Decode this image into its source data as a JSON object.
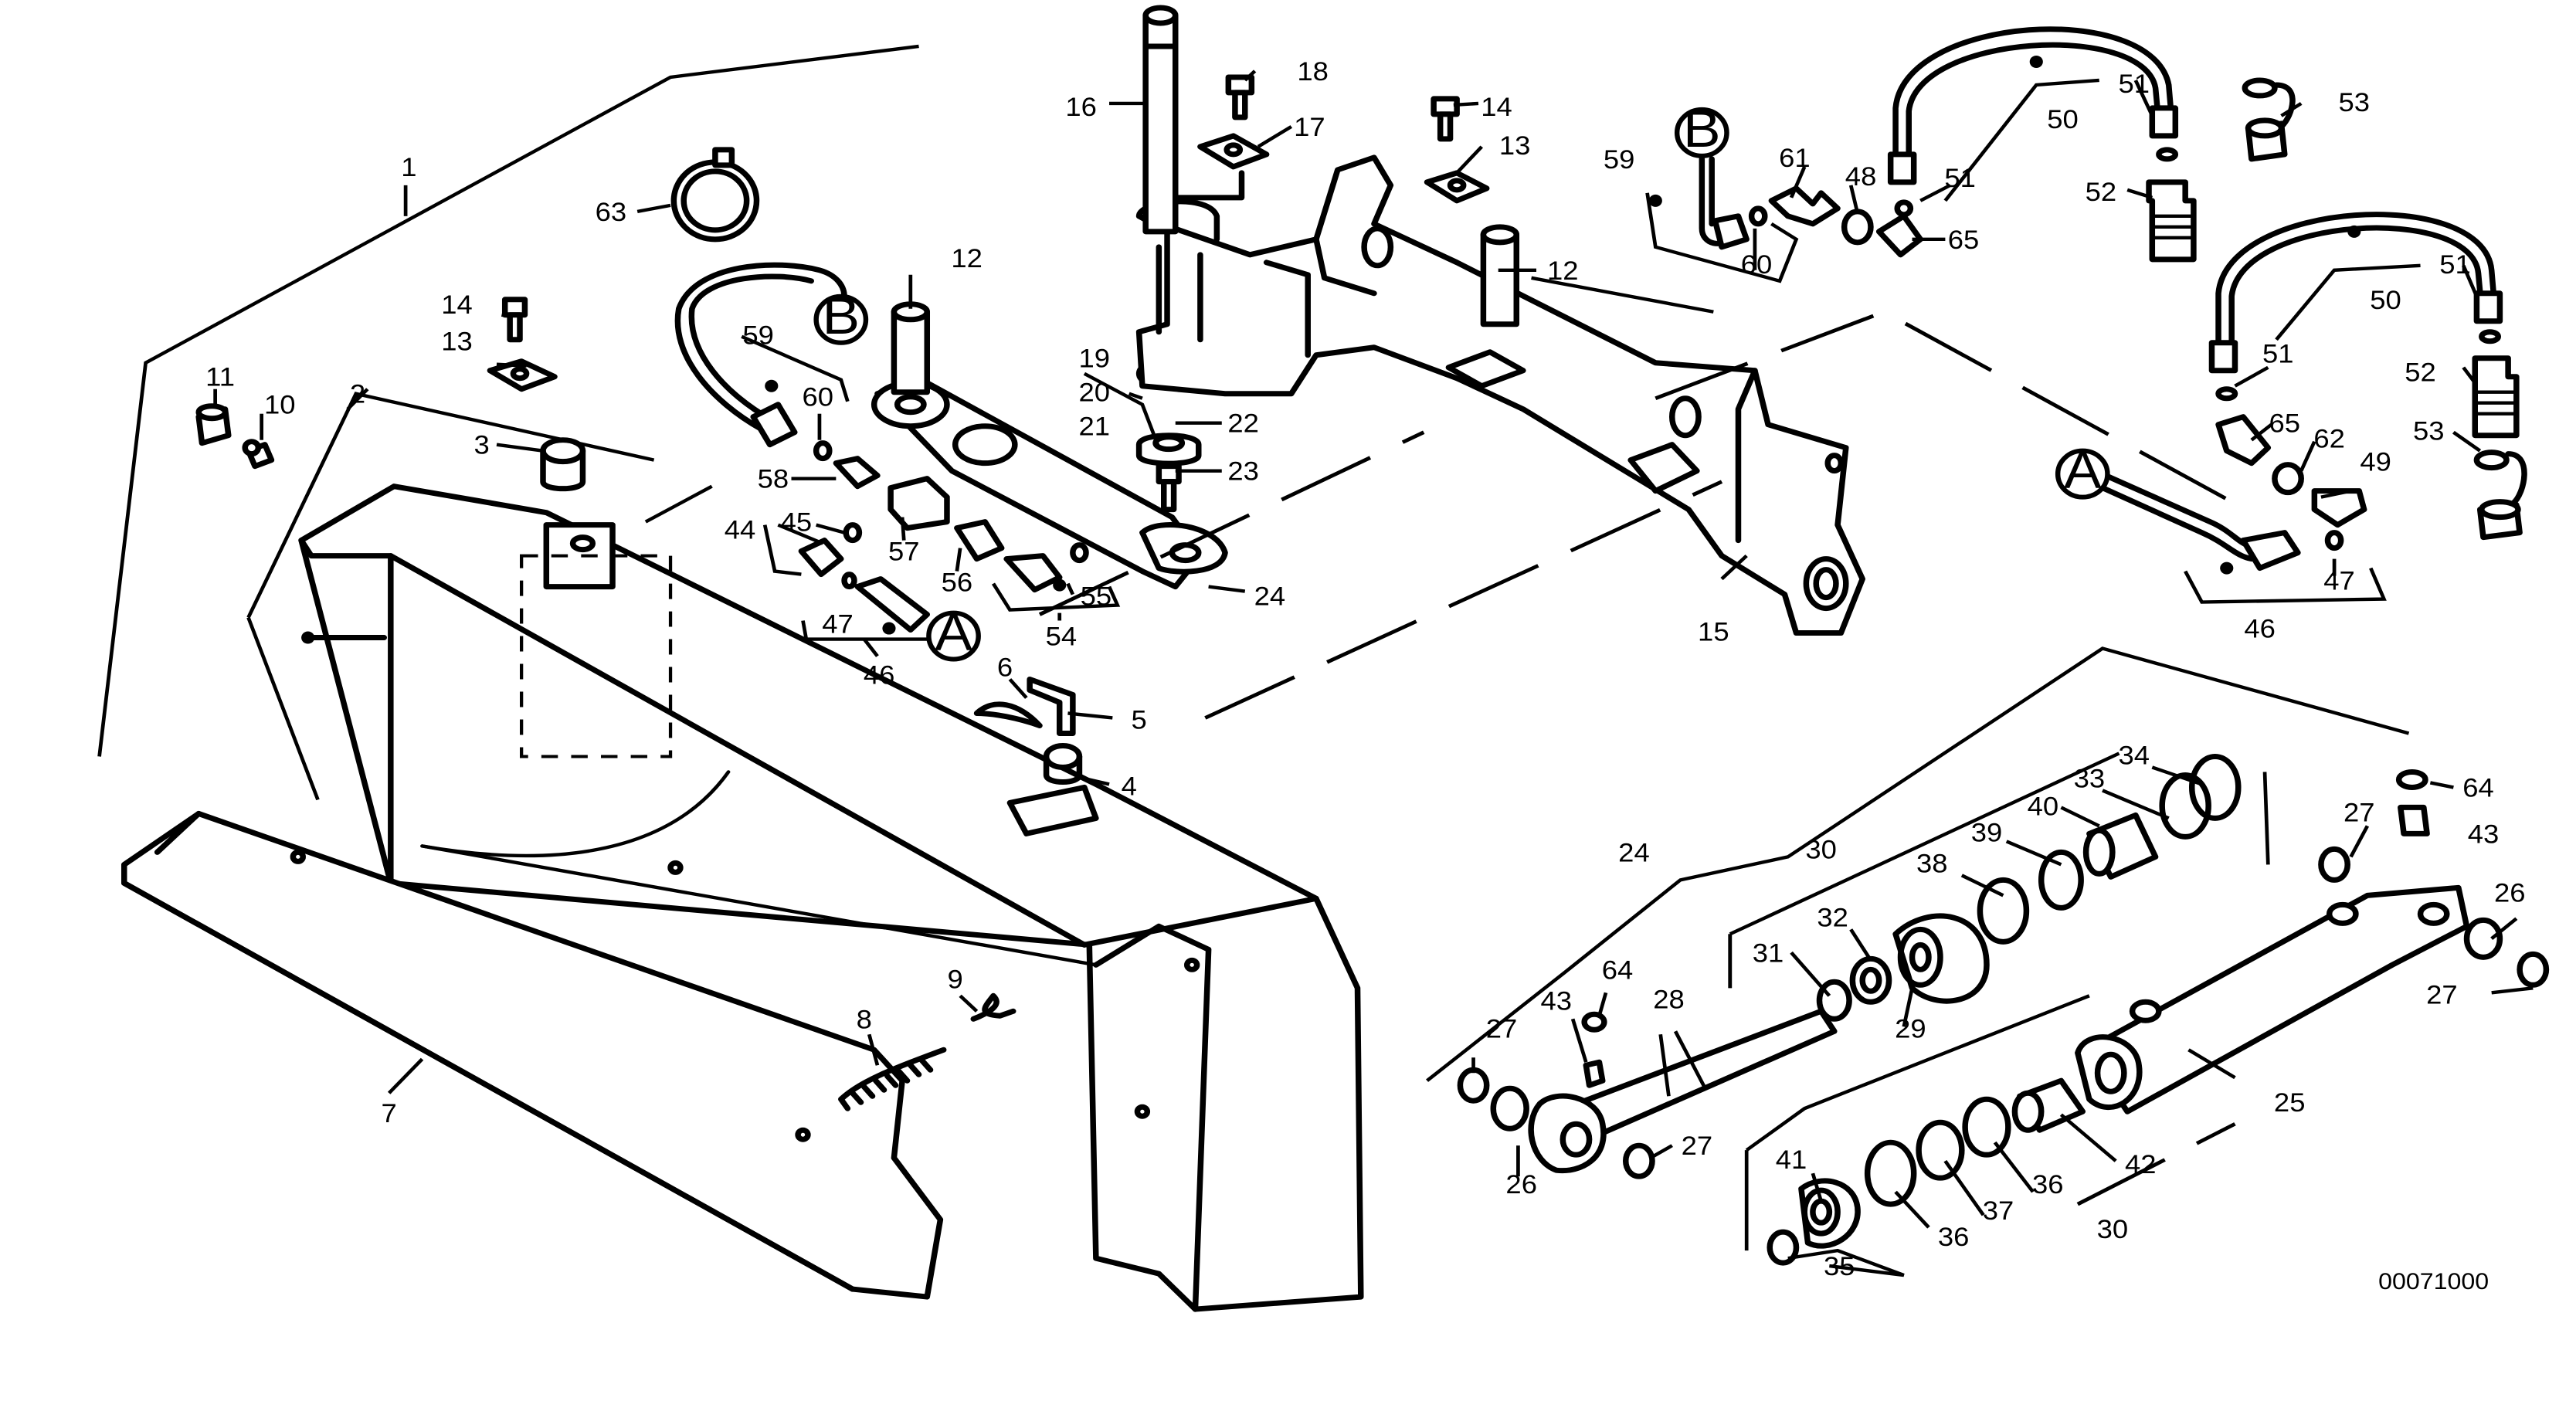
{
  "drawing_number": "00071000",
  "callouts": [
    {
      "id": "c1",
      "text": "1"
    },
    {
      "id": "c2",
      "text": "2"
    },
    {
      "id": "c3",
      "text": "3"
    },
    {
      "id": "c4",
      "text": "4"
    },
    {
      "id": "c5",
      "text": "5"
    },
    {
      "id": "c6",
      "text": "6"
    },
    {
      "id": "c7",
      "text": "7"
    },
    {
      "id": "c8",
      "text": "8"
    },
    {
      "id": "c9",
      "text": "9"
    },
    {
      "id": "c10",
      "text": "10"
    },
    {
      "id": "c11",
      "text": "11"
    },
    {
      "id": "c12a",
      "text": "12"
    },
    {
      "id": "c12b",
      "text": "12"
    },
    {
      "id": "c13a",
      "text": "13"
    },
    {
      "id": "c13b",
      "text": "13"
    },
    {
      "id": "c14a",
      "text": "14"
    },
    {
      "id": "c14b",
      "text": "14"
    },
    {
      "id": "c15",
      "text": "15"
    },
    {
      "id": "c16",
      "text": "16"
    },
    {
      "id": "c17",
      "text": "17"
    },
    {
      "id": "c18",
      "text": "18"
    },
    {
      "id": "c19",
      "text": "19"
    },
    {
      "id": "c20",
      "text": "20"
    },
    {
      "id": "c21",
      "text": "21"
    },
    {
      "id": "c22",
      "text": "22"
    },
    {
      "id": "c23",
      "text": "23"
    },
    {
      "id": "c24a",
      "text": "24"
    },
    {
      "id": "c24b",
      "text": "24"
    },
    {
      "id": "c25",
      "text": "25"
    },
    {
      "id": "c26a",
      "text": "26"
    },
    {
      "id": "c26b",
      "text": "26"
    },
    {
      "id": "c27a",
      "text": "27"
    },
    {
      "id": "c27b",
      "text": "27"
    },
    {
      "id": "c27c",
      "text": "27"
    },
    {
      "id": "c27d",
      "text": "27"
    },
    {
      "id": "c28",
      "text": "28"
    },
    {
      "id": "c29",
      "text": "29"
    },
    {
      "id": "c30a",
      "text": "30"
    },
    {
      "id": "c30b",
      "text": "30"
    },
    {
      "id": "c31",
      "text": "31"
    },
    {
      "id": "c32",
      "text": "32"
    },
    {
      "id": "c33",
      "text": "33"
    },
    {
      "id": "c34",
      "text": "34"
    },
    {
      "id": "c35",
      "text": "35"
    },
    {
      "id": "c36a",
      "text": "36"
    },
    {
      "id": "c36b",
      "text": "36"
    },
    {
      "id": "c37",
      "text": "37"
    },
    {
      "id": "c38",
      "text": "38"
    },
    {
      "id": "c39",
      "text": "39"
    },
    {
      "id": "c40",
      "text": "40"
    },
    {
      "id": "c41",
      "text": "41"
    },
    {
      "id": "c42",
      "text": "42"
    },
    {
      "id": "c43a",
      "text": "43"
    },
    {
      "id": "c43b",
      "text": "43"
    },
    {
      "id": "c44",
      "text": "44"
    },
    {
      "id": "c45",
      "text": "45"
    },
    {
      "id": "c46a",
      "text": "46"
    },
    {
      "id": "c46b",
      "text": "46"
    },
    {
      "id": "c47a",
      "text": "47"
    },
    {
      "id": "c47b",
      "text": "47"
    },
    {
      "id": "c48",
      "text": "48"
    },
    {
      "id": "c49",
      "text": "49"
    },
    {
      "id": "c50a",
      "text": "50"
    },
    {
      "id": "c50b",
      "text": "50"
    },
    {
      "id": "c51a",
      "text": "51"
    },
    {
      "id": "c51b",
      "text": "51"
    },
    {
      "id": "c51c",
      "text": "51"
    },
    {
      "id": "c51d",
      "text": "51"
    },
    {
      "id": "c52a",
      "text": "52"
    },
    {
      "id": "c52b",
      "text": "52"
    },
    {
      "id": "c53a",
      "text": "53"
    },
    {
      "id": "c53b",
      "text": "53"
    },
    {
      "id": "c54",
      "text": "54"
    },
    {
      "id": "c55",
      "text": "55"
    },
    {
      "id": "c56",
      "text": "56"
    },
    {
      "id": "c57",
      "text": "57"
    },
    {
      "id": "c58",
      "text": "58"
    },
    {
      "id": "c59a",
      "text": "59"
    },
    {
      "id": "c59b",
      "text": "59"
    },
    {
      "id": "c60a",
      "text": "60"
    },
    {
      "id": "c60b",
      "text": "60"
    },
    {
      "id": "c61",
      "text": "61"
    },
    {
      "id": "c62",
      "text": "62"
    },
    {
      "id": "c63",
      "text": "63"
    },
    {
      "id": "c64a",
      "text": "64"
    },
    {
      "id": "c64b",
      "text": "64"
    },
    {
      "id": "c65a",
      "text": "65"
    },
    {
      "id": "c65b",
      "text": "65"
    }
  ],
  "connectors": [
    {
      "id": "connA1",
      "text": "A"
    },
    {
      "id": "connA2",
      "text": "A"
    },
    {
      "id": "connB1",
      "text": "B"
    },
    {
      "id": "connB2",
      "text": "B"
    }
  ]
}
